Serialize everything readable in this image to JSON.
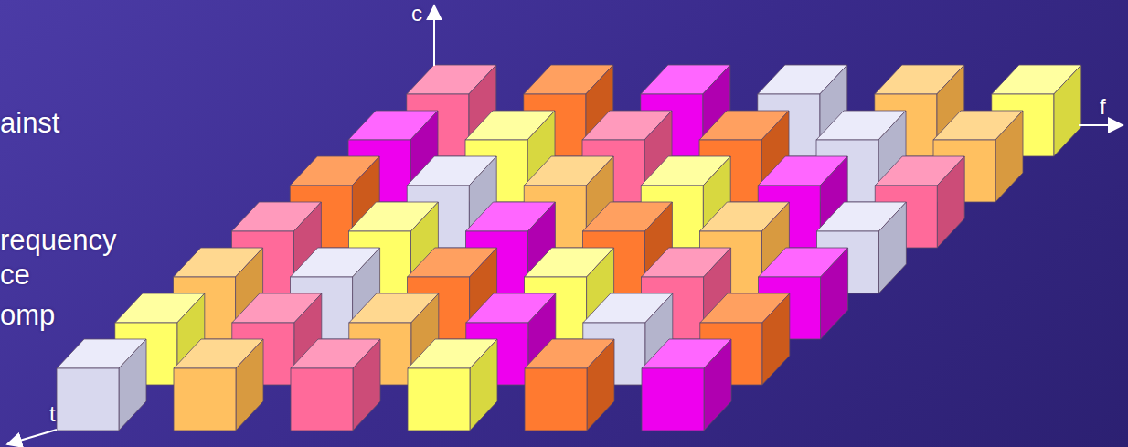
{
  "diagram": {
    "labels": [
      "ainst",
      "requency",
      "ce",
      "omp",
      "c",
      "f",
      "t"
    ]
  }
}
